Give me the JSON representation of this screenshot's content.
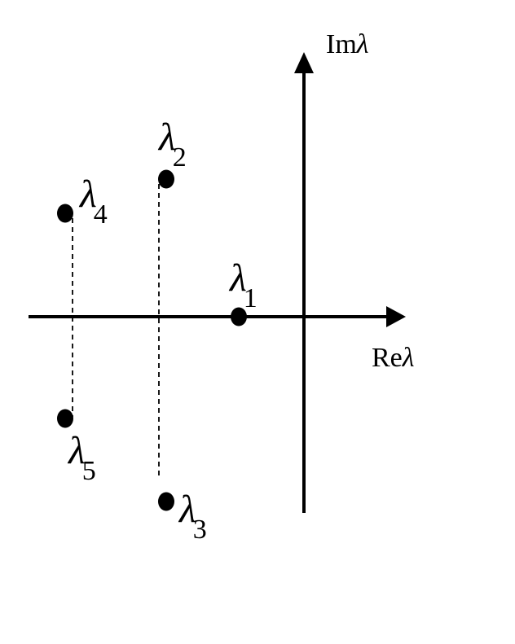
{
  "axes": {
    "imaginary_label": {
      "text": "Im",
      "symbol": "λ"
    },
    "real_label": {
      "text": "Re",
      "symbol": "λ"
    }
  },
  "eigenvalues": [
    {
      "symbol": "λ",
      "subscript": "1"
    },
    {
      "symbol": "λ",
      "subscript": "2"
    },
    {
      "symbol": "λ",
      "subscript": "3"
    },
    {
      "symbol": "λ",
      "subscript": "4"
    },
    {
      "symbol": "λ",
      "subscript": "5"
    }
  ],
  "colors": {
    "ink": "#000000",
    "background": "#ffffff"
  }
}
